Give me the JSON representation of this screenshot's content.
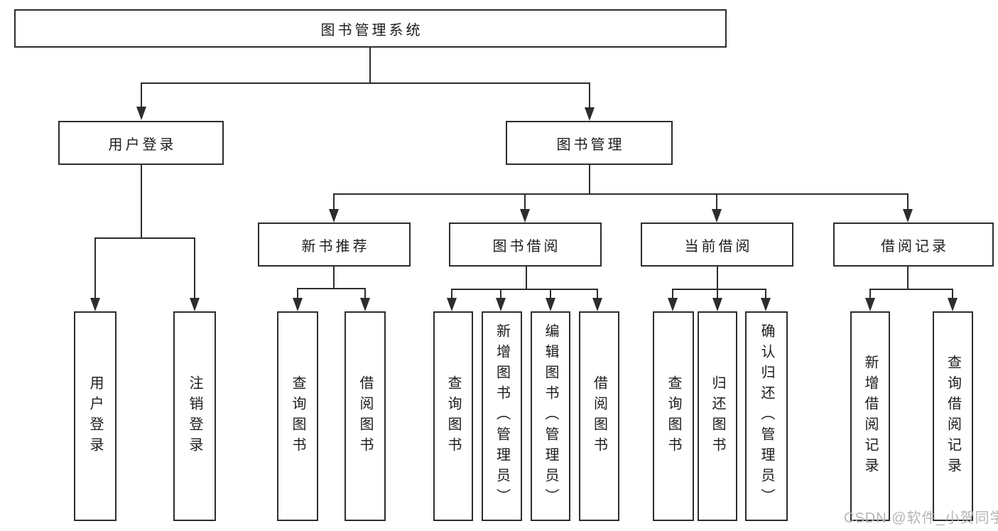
{
  "tree": {
    "label": "图书管理系统",
    "children": [
      {
        "label": "用户登录",
        "children": [
          {
            "label": "用户登录"
          },
          {
            "label": "注销登录"
          }
        ]
      },
      {
        "label": "图书管理",
        "children": [
          {
            "label": "新书推荐",
            "children": [
              {
                "label": "查询图书"
              },
              {
                "label": "借阅图书"
              }
            ]
          },
          {
            "label": "图书借阅",
            "children": [
              {
                "label": "查询图书"
              },
              {
                "label": "新增图书（管理员）"
              },
              {
                "label": "编辑图书（管理员）"
              },
              {
                "label": "借阅图书"
              }
            ]
          },
          {
            "label": "当前借阅",
            "children": [
              {
                "label": "查询图书"
              },
              {
                "label": "归还图书"
              },
              {
                "label": "确认归还（管理员）"
              }
            ]
          },
          {
            "label": "借阅记录",
            "children": [
              {
                "label": "新增借阅记录"
              },
              {
                "label": "查询借阅记录"
              }
            ]
          }
        ]
      }
    ]
  },
  "watermark": {
    "text": "CSDN @软件_小贺同学"
  },
  "colors": {
    "line": "#2d2d2d",
    "box_border": "#2d2d2d",
    "text": "#1c1c1c",
    "watermark": "#b5b5b5",
    "background": "#ffffff"
  }
}
